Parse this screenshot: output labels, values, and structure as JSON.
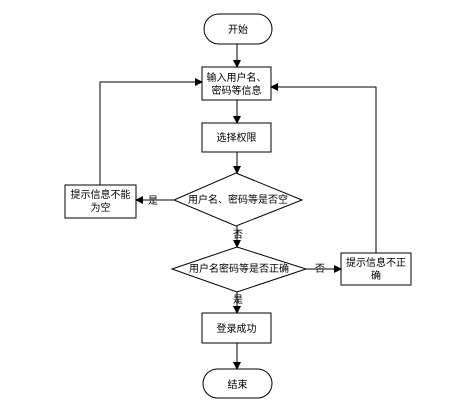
{
  "nodes": {
    "start": "开始",
    "input_line1": "输入用户名、",
    "input_line2": "密码等信息",
    "select_permission": "选择权限",
    "check_empty": "用户名、密码等是否空",
    "empty_warning_line1": "提示信息不能",
    "empty_warning_line2": "为空",
    "check_correct": "用户名密码等是否正确",
    "incorrect_warning_line1": "提示信息不正",
    "incorrect_warning_line2": "确",
    "login_success": "登录成功",
    "end": "结束"
  },
  "edges": {
    "empty_yes": "是",
    "empty_no": "否",
    "correct_no": "否",
    "correct_yes": "是"
  },
  "colors": {
    "stroke": "#000000",
    "fill": "#ffffff",
    "background": "#ffffff"
  }
}
